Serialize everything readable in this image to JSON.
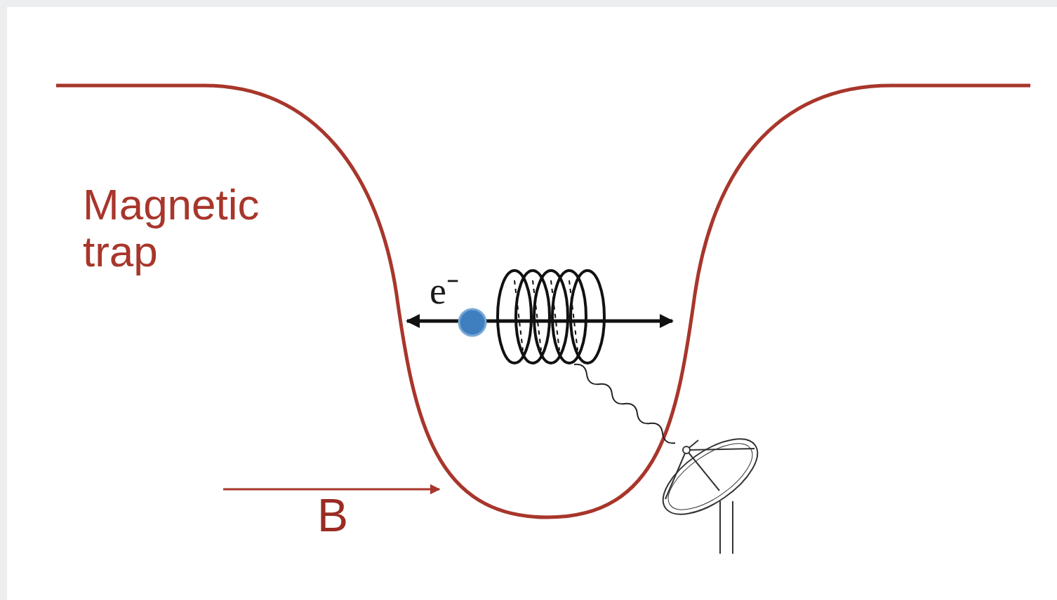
{
  "diagram": {
    "labels": [
      "Magnetic trap",
      "e⁻",
      "B"
    ]
  }
}
